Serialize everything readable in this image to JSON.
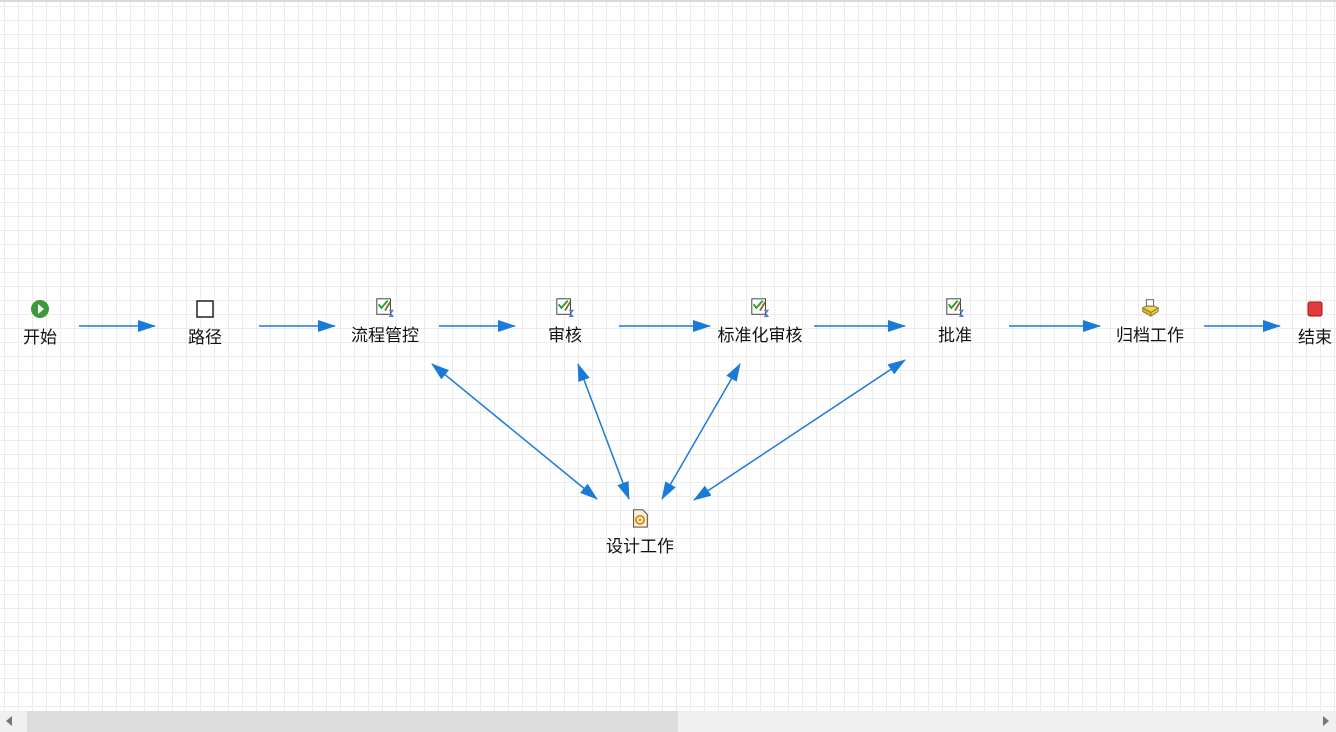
{
  "nodes": [
    {
      "id": "start",
      "label": "开始",
      "icon": "start-icon"
    },
    {
      "id": "route",
      "label": "路径",
      "icon": "route-icon"
    },
    {
      "id": "flow_control",
      "label": "流程管控",
      "icon": "task-icon"
    },
    {
      "id": "review",
      "label": "审核",
      "icon": "task-icon"
    },
    {
      "id": "std_review",
      "label": "标准化审核",
      "icon": "task-icon"
    },
    {
      "id": "approve",
      "label": "批准",
      "icon": "task-icon"
    },
    {
      "id": "archive",
      "label": "归档工作",
      "icon": "archive-icon"
    },
    {
      "id": "end",
      "label": "结束",
      "icon": "end-icon"
    },
    {
      "id": "design",
      "label": "设计工作",
      "icon": "design-icon"
    }
  ],
  "edges": [
    {
      "from": "start",
      "to": "route"
    },
    {
      "from": "route",
      "to": "flow_control"
    },
    {
      "from": "flow_control",
      "to": "review"
    },
    {
      "from": "review",
      "to": "std_review"
    },
    {
      "from": "std_review",
      "to": "approve"
    },
    {
      "from": "approve",
      "to": "archive"
    },
    {
      "from": "archive",
      "to": "end"
    },
    {
      "from": "flow_control",
      "to": "design",
      "bidirectional": true
    },
    {
      "from": "review",
      "to": "design",
      "bidirectional": true
    },
    {
      "from": "std_review",
      "to": "design",
      "bidirectional": true
    },
    {
      "from": "approve",
      "to": "design",
      "bidirectional": true
    }
  ],
  "colors": {
    "edge": "#1a7ad8"
  }
}
